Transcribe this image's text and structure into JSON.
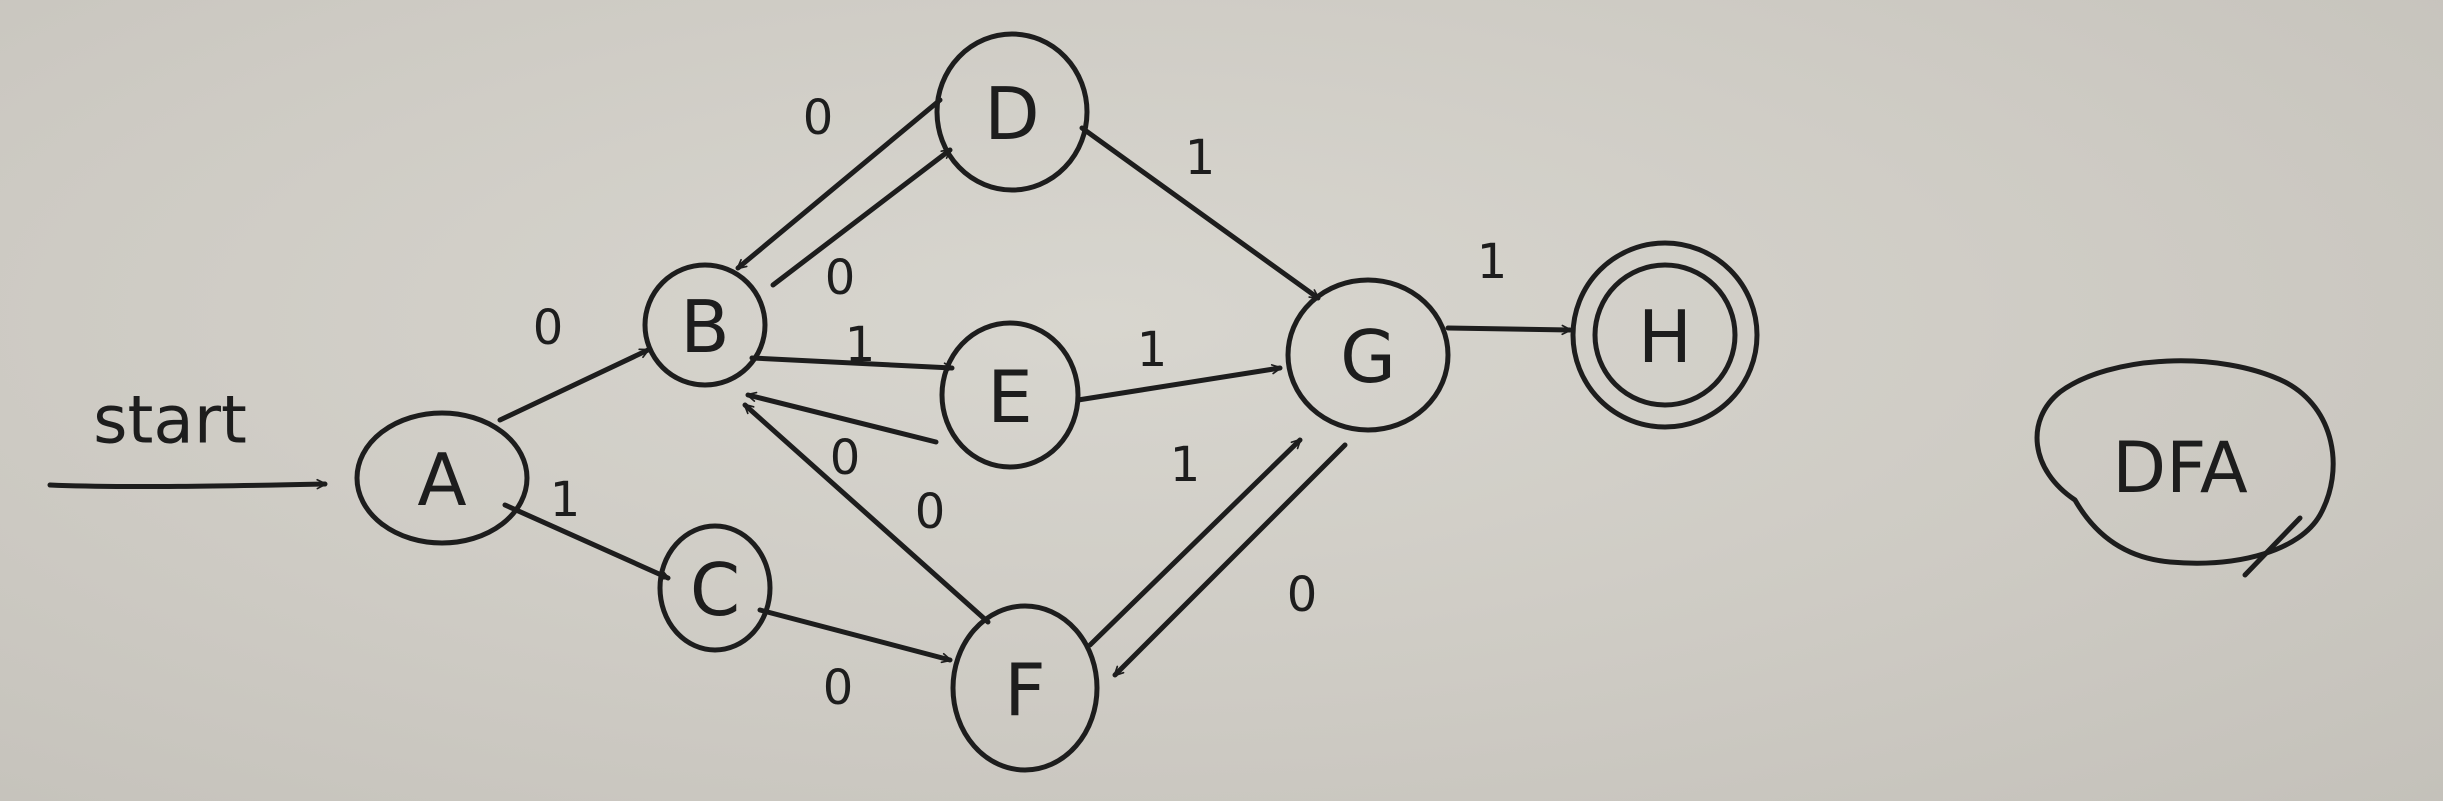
{
  "diagram": {
    "start_label": "start",
    "title": "DFA",
    "states": [
      {
        "id": "A",
        "label": "A",
        "accepting": false
      },
      {
        "id": "B",
        "label": "B",
        "accepting": false
      },
      {
        "id": "C",
        "label": "C",
        "accepting": false
      },
      {
        "id": "D",
        "label": "D",
        "accepting": false
      },
      {
        "id": "E",
        "label": "E",
        "accepting": false
      },
      {
        "id": "F",
        "label": "F",
        "accepting": false
      },
      {
        "id": "G",
        "label": "G",
        "accepting": false
      },
      {
        "id": "H",
        "label": "H",
        "accepting": true
      }
    ],
    "transitions": [
      {
        "from": "A",
        "to": "B",
        "label": "0"
      },
      {
        "from": "A",
        "to": "C",
        "label": "1"
      },
      {
        "from": "B",
        "to": "D",
        "label": "0"
      },
      {
        "from": "D",
        "to": "B",
        "label": "0"
      },
      {
        "from": "B",
        "to": "E",
        "label": "1"
      },
      {
        "from": "E",
        "to": "B",
        "label": "0"
      },
      {
        "from": "F",
        "to": "B",
        "label": "0"
      },
      {
        "from": "C",
        "to": "F",
        "label": "0"
      },
      {
        "from": "D",
        "to": "G",
        "label": "1"
      },
      {
        "from": "E",
        "to": "G",
        "label": "1"
      },
      {
        "from": "F",
        "to": "G",
        "label": "1"
      },
      {
        "from": "G",
        "to": "F",
        "label": "0"
      },
      {
        "from": "G",
        "to": "H",
        "label": "1"
      }
    ]
  }
}
